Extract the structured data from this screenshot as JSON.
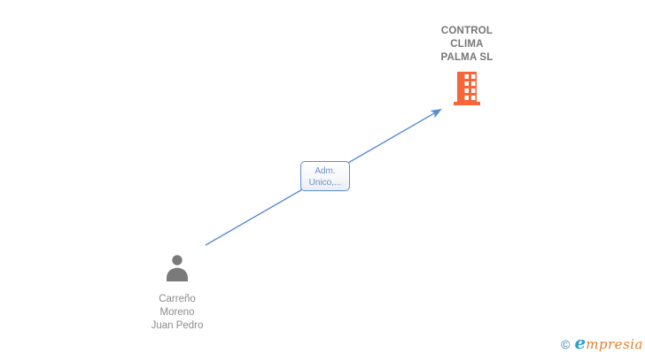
{
  "diagram": {
    "company_node": {
      "name": "CONTROL CLIMA PALMA SL",
      "name_lines": [
        "CONTROL",
        "CLIMA",
        "PALMA SL"
      ],
      "icon": "building-icon",
      "icon_color": "#F5673A",
      "name_color": "#767676"
    },
    "person_node": {
      "name": "Carreño Moreno Juan Pedro",
      "name_lines": [
        "Carreño",
        "Moreno",
        "Juan Pedro"
      ],
      "icon": "person-icon",
      "icon_color": "#7A7A7A",
      "name_color": "#8C8C8C"
    },
    "relationship": {
      "label": "Adm. Unico,...",
      "label_lines": [
        "Adm.",
        "Unico,..."
      ],
      "arrow_from": "Carreño Moreno Juan Pedro",
      "arrow_to": "CONTROL CLIMA PALMA SL",
      "line_color": "#5B8AD6",
      "label_text_color": "#6A8FC8"
    }
  },
  "footer": {
    "copyright_symbol": "©",
    "brand_first_letter": "e",
    "brand_rest": "mpresia",
    "copyright_color": "#4E7FA5",
    "brand_first_color": "#2DA3C8",
    "brand_rest_color": "#E97E2D"
  }
}
